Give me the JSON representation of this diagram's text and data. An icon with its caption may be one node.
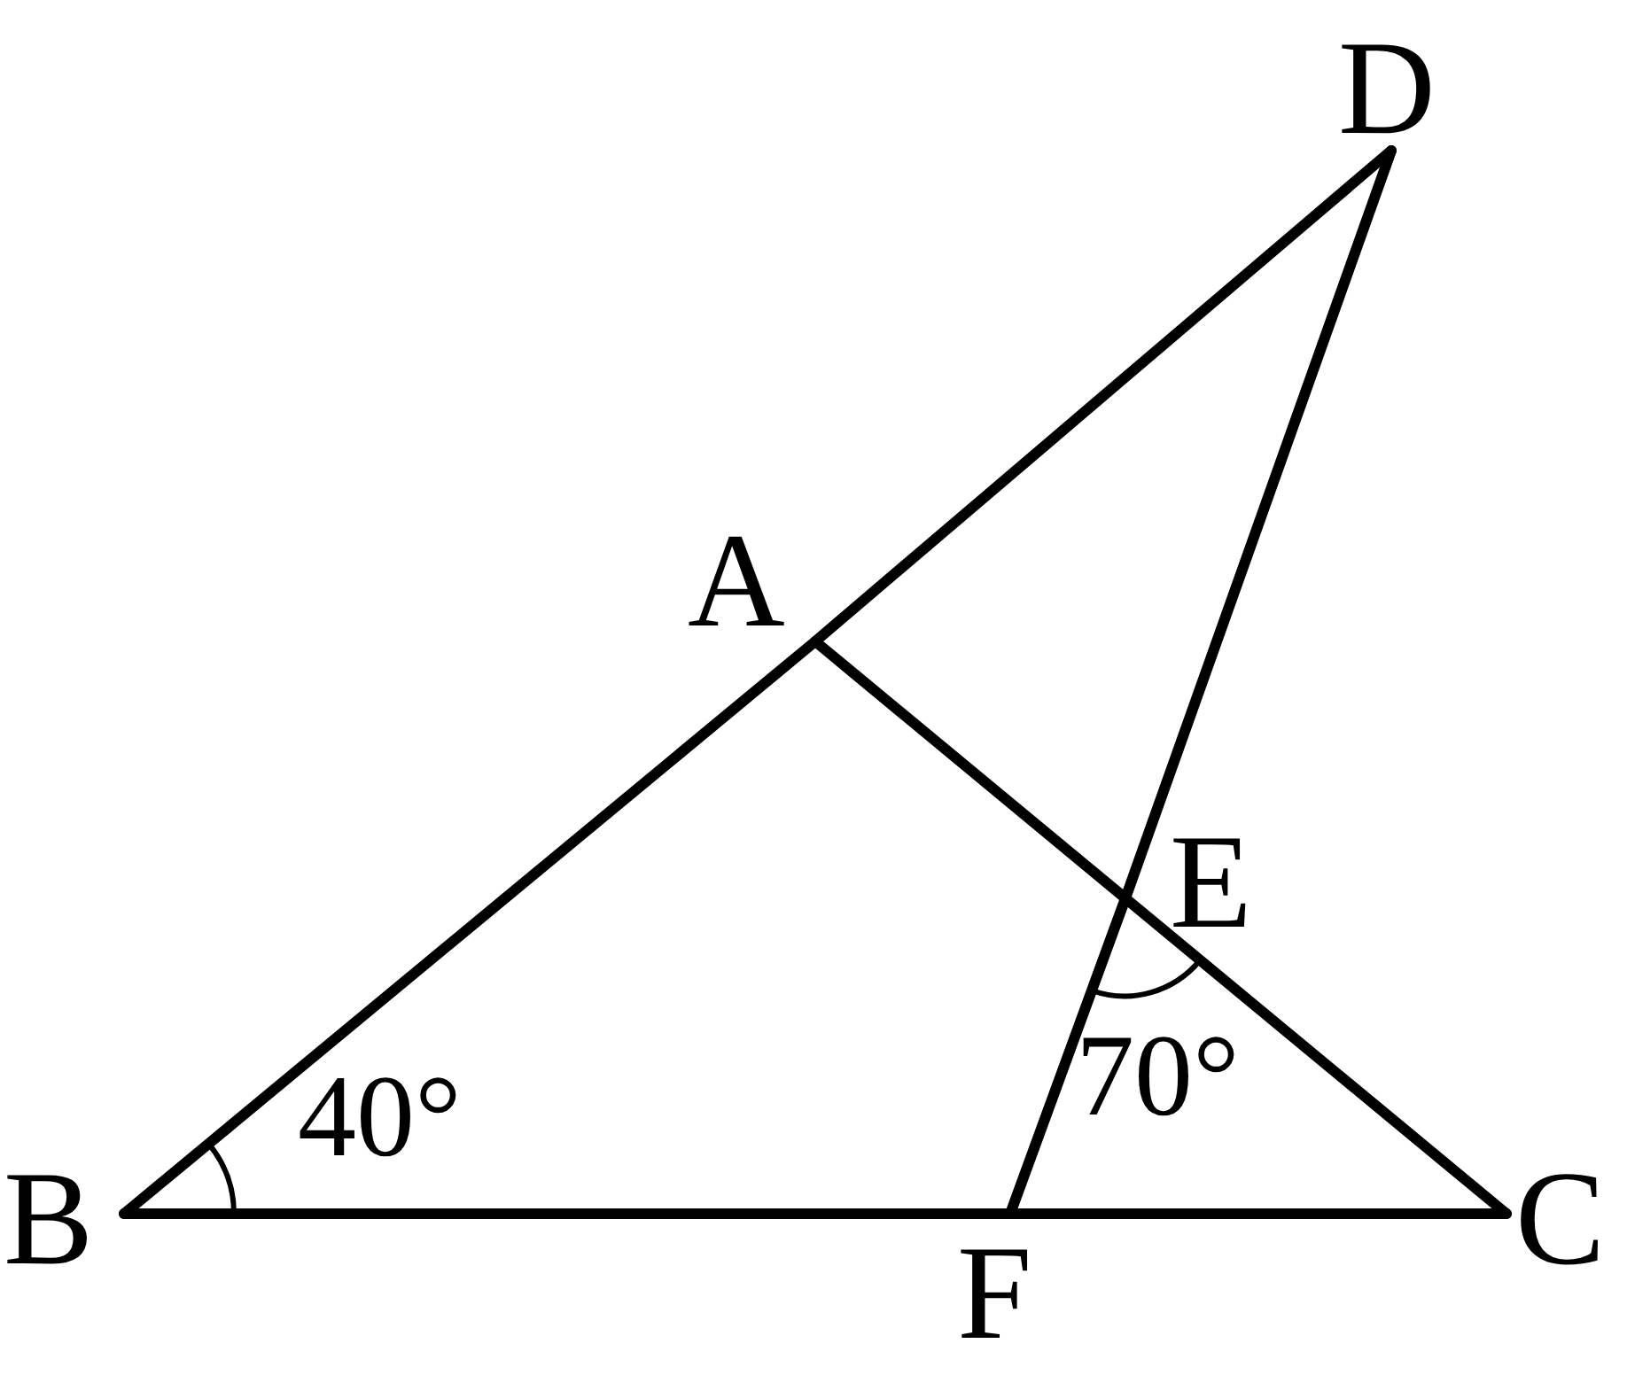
{
  "diagram": {
    "nodes": [
      {
        "text": [
          "D"
        ]
      },
      {
        "text": [
          "A"
        ]
      },
      {
        "text": [
          "E"
        ]
      },
      {
        "text": [
          "B"
        ]
      },
      {
        "text": [
          "F"
        ]
      },
      {
        "text": [
          "C"
        ]
      }
    ],
    "edges": [
      {
        "from": 3,
        "to": 1,
        "arrow": "none"
      },
      {
        "from": 1,
        "to": 0,
        "arrow": "none"
      },
      {
        "from": 1,
        "to": 2,
        "arrow": "none"
      },
      {
        "from": 2,
        "to": 5,
        "arrow": "none"
      },
      {
        "from": 0,
        "to": 2,
        "arrow": "none"
      },
      {
        "from": 2,
        "to": 4,
        "arrow": "none"
      },
      {
        "from": 3,
        "to": 4,
        "arrow": "none"
      },
      {
        "from": 4,
        "to": 5,
        "arrow": "none"
      }
    ],
    "labels": [
      "40°",
      "70°"
    ]
  }
}
